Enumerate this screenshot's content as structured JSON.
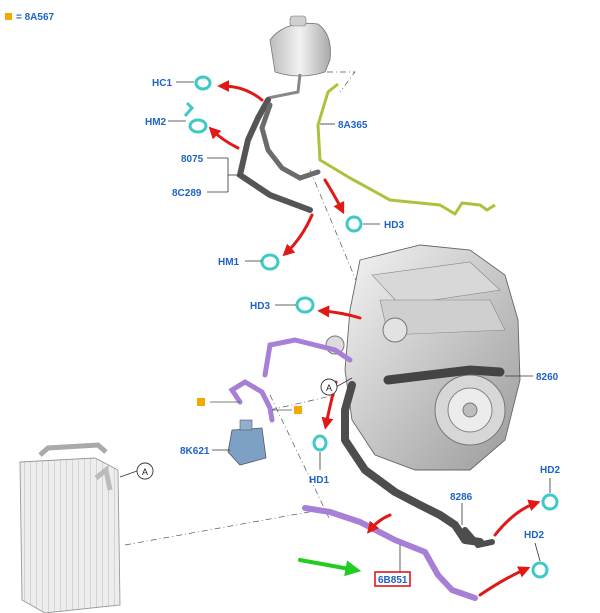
{
  "legend": {
    "swatch_color": "#f5a800",
    "text": "= 8A567"
  },
  "labels": {
    "hc1": "HC1",
    "hm2": "HM2",
    "p8075": "8075",
    "p8c289": "8C289",
    "p8a365": "8A365",
    "hd3_top": "HD3",
    "hm1": "HM1",
    "hd3_mid": "HD3",
    "p8260": "8260",
    "p8k621": "8K621",
    "hd1": "HD1",
    "hd2_top": "HD2",
    "p8286": "8286",
    "hd2_bottom": "HD2",
    "p6b851": "6B851"
  },
  "callouts": {
    "a_engine": "A",
    "a_radiator": "A"
  },
  "colors": {
    "label": "#1f63c7",
    "arrow_red": "#e01818",
    "pointer_green": "#22cc22",
    "highlight_box": "#e01818",
    "clamp_teal": "#3ec9c9",
    "hose_purple": "#a77fd6",
    "hose_dark": "#555555",
    "pipe_green": "#a9c43a",
    "bracket_orange": "#f5a800"
  }
}
